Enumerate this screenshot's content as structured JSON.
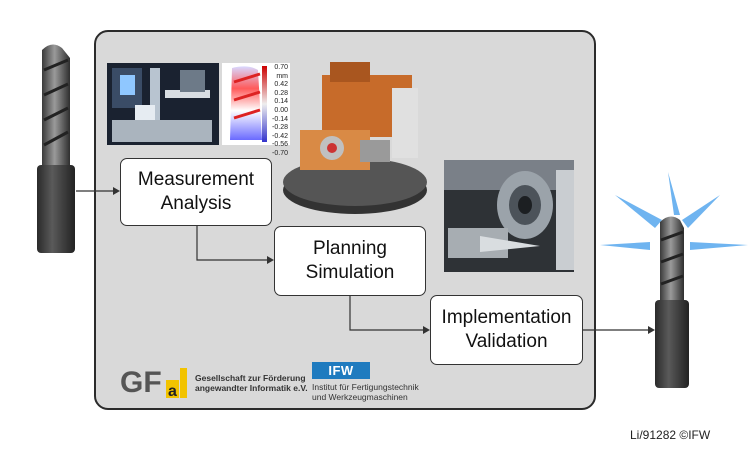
{
  "steps": [
    {
      "line1": "Measurement",
      "line2": "Analysis"
    },
    {
      "line1": "Planning",
      "line2": "Simulation"
    },
    {
      "line1": "Implementation",
      "line2": "Validation"
    }
  ],
  "colorbar": {
    "unit": "mm",
    "ticks": [
      "0.70",
      "0.42",
      "0.28",
      "0.14",
      "0.00",
      "-0.14",
      "-0.28",
      "-0.42",
      "-0.56",
      "-0.70"
    ]
  },
  "logos": {
    "gfai": {
      "mark": "GFaI",
      "line1": "Gesellschaft zur Förderung",
      "line2": "angewandter Informatik e.V."
    },
    "ifw": {
      "mark": "IFW",
      "line1": "Institut für Fertigungstechnik",
      "line2": "und Werkzeugmaschinen"
    }
  },
  "caption": "Li/91282 ©IFW",
  "colors": {
    "panel": "#d9d9d9",
    "border": "#2b2b2b",
    "ifw_blue": "#1f7bbf",
    "gfai_yellow": "#f2c300",
    "ray_blue": "#6fb4f0"
  }
}
